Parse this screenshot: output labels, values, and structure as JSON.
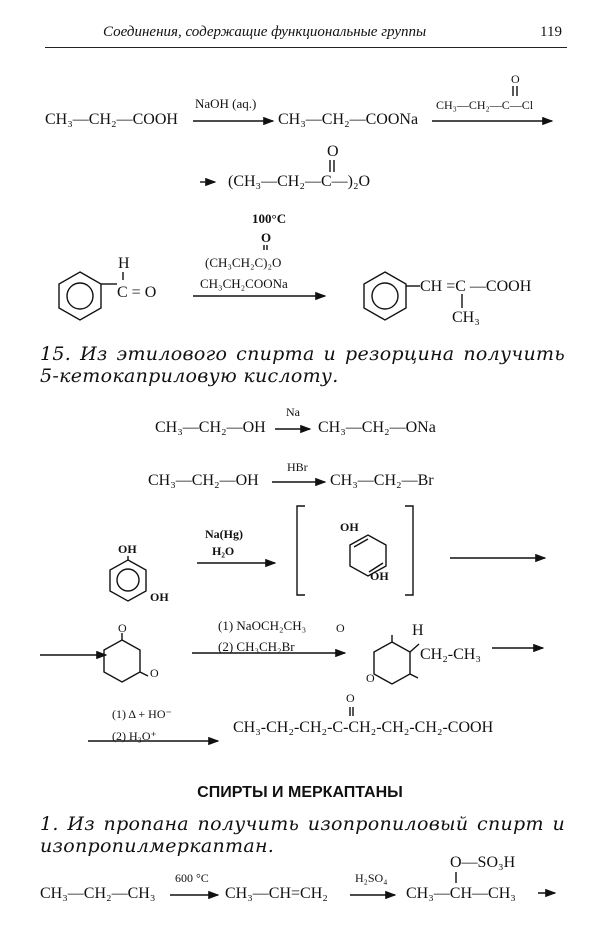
{
  "header": {
    "running_title": "Соединения, содержащие функциональные группы",
    "page_number": "119"
  },
  "scheme1": {
    "reactant": "CH₃—CH₂—COOH",
    "reagent1": "NaOH (aq.)",
    "intermediate": "CH₃—CH₂—COONa",
    "reagent2": "CH₃—CH₂—C—Cl",
    "reagent2_o": "O",
    "product": "(CH₃—CH₂—C—)₂O",
    "product_o": "O"
  },
  "scheme2": {
    "aldehyde_h": "H",
    "aldehyde_co": "C = O",
    "cond_temp": "100°C",
    "cond_o": "O",
    "cond_anhydride": "(CH₃CH₂C)₂O",
    "cond_salt": "CH₃CH₂COONa",
    "product_chain": "CH =C —COOH",
    "product_methyl": "CH₃"
  },
  "problem15": {
    "text": "15. Из этилового спирта и резорцина получить 5-кетокаприловую кислоту."
  },
  "scheme3": {
    "line1_reactant": "CH₃—CH₂—OH",
    "line1_reagent": "Na",
    "line1_product": "CH₃—CH₂—ONa",
    "line2_reactant": "CH₃—CH₂—OH",
    "line2_reagent": "HBr",
    "line2_product": "CH₃—CH₂—Br",
    "resorcinol_oh1": "OH",
    "resorcinol_oh2": "OH",
    "red_reagent1": "Na(Hg)",
    "red_reagent2": "H₂O",
    "diene_oh1": "OH",
    "diene_oh2": "OH",
    "dione_o1": "O",
    "dione_o2": "O",
    "alk_reagent1": "(1) NaOCH₂CH₃",
    "alk_reagent2": "(2) CH₃CH₂Br",
    "alk_o1": "O",
    "alk_h": "H",
    "alk_ethyl": "CH₂-CH₃",
    "alk_o2": "O",
    "hyd_reagent1": "(1) Δ + HO⁻",
    "hyd_reagent2": "(2) H₃O⁺",
    "final_product": "CH₃-CH₂-CH₂-C-CH₂-CH₂-CH₂-COOH",
    "final_o": "O"
  },
  "section": {
    "heading": "СПИРТЫ И МЕРКАПТАНЫ"
  },
  "problem1": {
    "text": "1. Из пропана получить изопропиловый спирт и изопропилмеркаптан."
  },
  "scheme4": {
    "reactant": "CH₃—CH₂—CH₃",
    "cond1": "600 °C",
    "alkene": "CH₃—CH=CH₂",
    "cond2": "H₂SO₄",
    "product": "CH₃—CH—CH₃",
    "substituent": "O—SO₃H"
  }
}
